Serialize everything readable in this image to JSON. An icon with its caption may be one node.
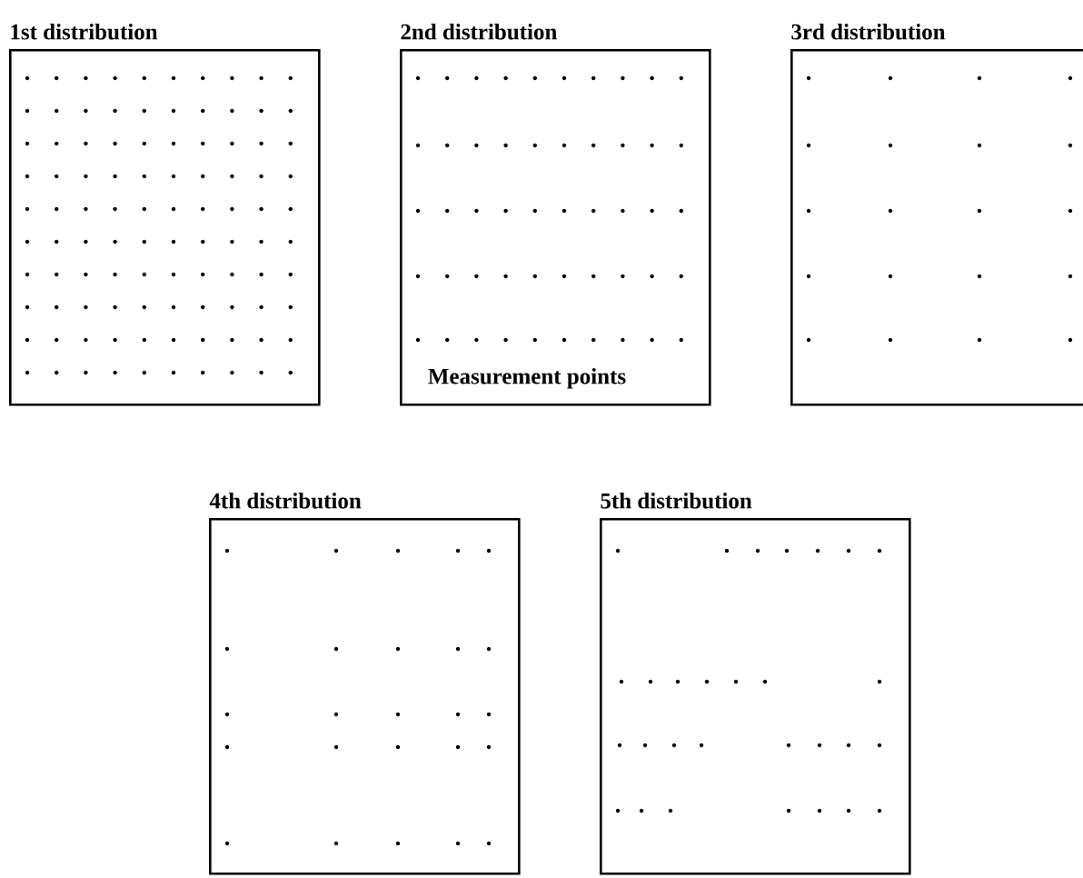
{
  "diagram": {
    "nodes": [
      {
        "text": [
          "1st distribution"
        ]
      },
      {
        "text": [
          "2nd distribution",
          "Measurement points"
        ]
      },
      {
        "text": [
          "3rd distribution"
        ]
      },
      {
        "text": [
          "4th distribution"
        ]
      },
      {
        "text": [
          "5th distribution"
        ]
      }
    ]
  }
}
